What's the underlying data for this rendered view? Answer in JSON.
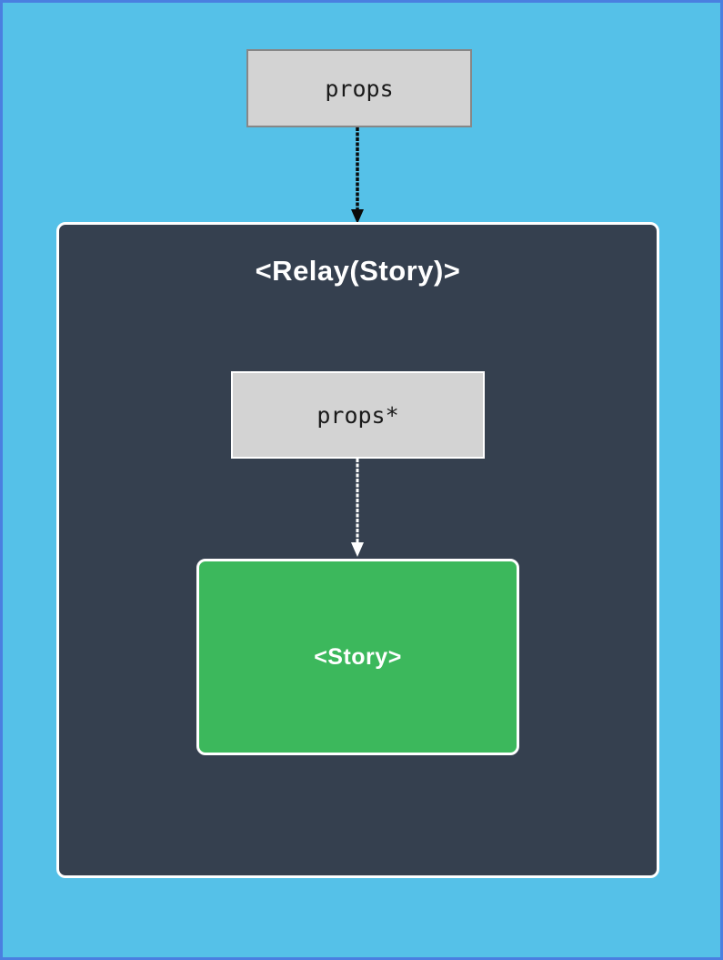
{
  "colors": {
    "canvas-bg": "#55c1e8",
    "canvas-frame": "#4a7fe0",
    "panel-bg": "#35404f",
    "panel-border": "#ffffff",
    "node-gray-bg": "#d3d3d3",
    "node-gray-border": "#878787",
    "story-green": "#3cb85c",
    "arrow-black": "#0a0a0a",
    "arrow-white": "#ffffff",
    "text-dark": "#1a1a1a",
    "text-light": "#ffffff"
  },
  "diagram": {
    "props_node": {
      "label": "props"
    },
    "relay_container": {
      "title": "<Relay(Story)>"
    },
    "props_internal_node": {
      "label": "props*"
    },
    "story_node": {
      "label": "<Story>"
    },
    "arrows": [
      {
        "name": "props-to-relay-arrow",
        "color": "#0a0a0a",
        "style": "dashed"
      },
      {
        "name": "props-to-story-arrow",
        "color": "#ffffff",
        "style": "dashed"
      }
    ]
  }
}
